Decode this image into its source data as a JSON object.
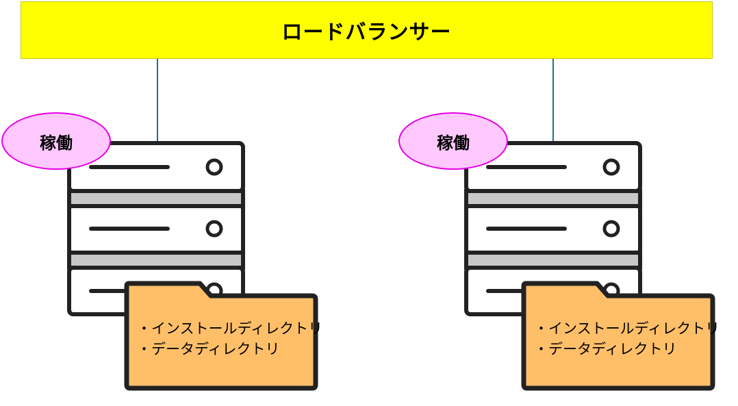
{
  "load_balancer": {
    "label": "ロードバランサー"
  },
  "servers": [
    {
      "status": "稼働",
      "folder_items": [
        "・インストールディレクトリ",
        "・データディレクトリ"
      ]
    },
    {
      "status": "稼働",
      "folder_items": [
        "・インストールディレクトリ",
        "・データディレクトリ"
      ]
    }
  ],
  "colors": {
    "load_balancer_fill": "#ffff00",
    "connector": "#1f6f8b",
    "status_fill": "#ffc8ff",
    "status_border": "#e600e6",
    "folder_fill": "#ffbf69",
    "server_stripe": "#c8c8c8",
    "outline": "#222222"
  }
}
